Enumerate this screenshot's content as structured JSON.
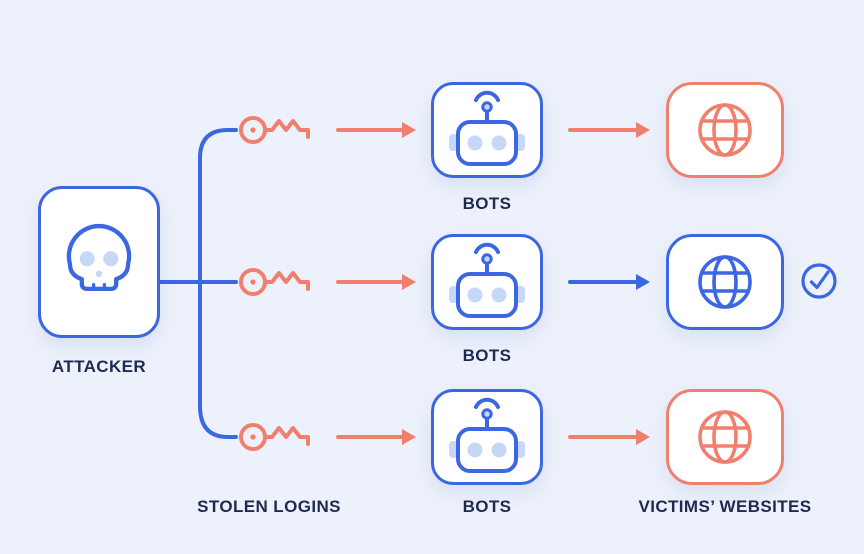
{
  "colors": {
    "background": "#edf1fb",
    "blue": "#3c67e3",
    "coral": "#f0806d",
    "light_blue_fill": "#c6d7f8",
    "text": "#1e2a52",
    "node_background": "#ffffff"
  },
  "labels": {
    "attacker": "ATTACKER",
    "stolen_logins": "STOLEN LOGINS",
    "bots": [
      "BOTS",
      "BOTS",
      "BOTS"
    ],
    "victims_websites": "VICTIMS’ WEBSITES"
  },
  "icons": {
    "attacker": "skull-icon",
    "stolen_login": "key-icon",
    "bot": "robot-icon",
    "website": "globe-icon",
    "verified": "check-circle-icon"
  }
}
